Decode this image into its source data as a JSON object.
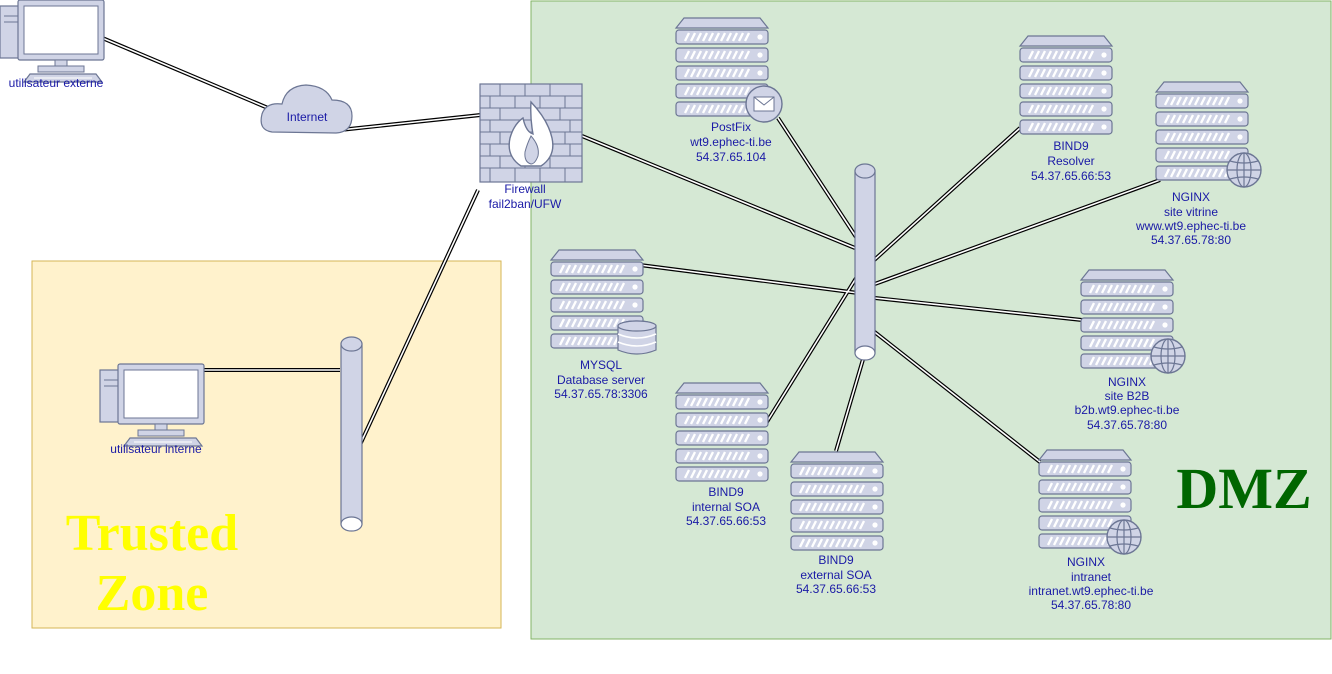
{
  "zones": {
    "trusted": {
      "title_line1": "Trusted",
      "title_line2": "Zone",
      "fill": "#fff2cc",
      "stroke": "#d6b656",
      "title_color": "#ffff00"
    },
    "dmz": {
      "title": "DMZ",
      "fill": "#d5e8d4",
      "stroke": "#82b366",
      "title_color": "#006600"
    }
  },
  "colors": {
    "label": "#1a1aa6",
    "device_fill": "#d0d4e6",
    "device_stroke": "#6c7694",
    "link": "#000000"
  },
  "nodes": {
    "external_user": {
      "icon": "desktop-computer-icon",
      "label": "utilisateur externe"
    },
    "internet": {
      "icon": "cloud-icon",
      "label": "Internet"
    },
    "firewall": {
      "icon": "firewall-icon",
      "line1": "Firewall",
      "line2": "fail2ban/UFW"
    },
    "internal_user": {
      "icon": "desktop-computer-icon",
      "label": "utilisateur interne"
    },
    "postfix": {
      "icon": "mail-server-icon",
      "line1": "PostFix",
      "line2": "wt9.ephec-ti.be",
      "line3": "54.37.65.104"
    },
    "bind9_resolver": {
      "icon": "server-icon",
      "line1": "BIND9",
      "line2": "Resolver",
      "line3": "54.37.65.66:53"
    },
    "nginx_vitrine": {
      "icon": "web-server-icon",
      "line1": "NGINX",
      "line2": "site vitrine",
      "line3": "www.wt9.ephec-ti.be",
      "line4": "54.37.65.78:80"
    },
    "mysql": {
      "icon": "database-server-icon",
      "line1": "MYSQL",
      "line2": "Database server",
      "line3": "54.37.65.78:3306"
    },
    "nginx_b2b": {
      "icon": "web-server-icon",
      "line1": "NGINX",
      "line2": "site B2B",
      "line3": "b2b.wt9.ephec-ti.be",
      "line4": "54.37.65.78:80"
    },
    "bind9_internal": {
      "icon": "server-icon",
      "line1": "BIND9",
      "line2": "internal SOA",
      "line3": "54.37.65.66:53"
    },
    "bind9_external": {
      "icon": "server-icon",
      "line1": "BIND9",
      "line2": "external SOA",
      "line3": "54.37.65.66:53"
    },
    "nginx_intranet": {
      "icon": "web-server-icon",
      "line1": "NGINX",
      "line2": "intranet",
      "line3": "intranet.wt9.ephec-ti.be",
      "line4": "54.37.65.78:80"
    },
    "trusted_bus": {
      "icon": "network-bus-icon"
    },
    "dmz_bus": {
      "icon": "network-bus-icon"
    }
  }
}
